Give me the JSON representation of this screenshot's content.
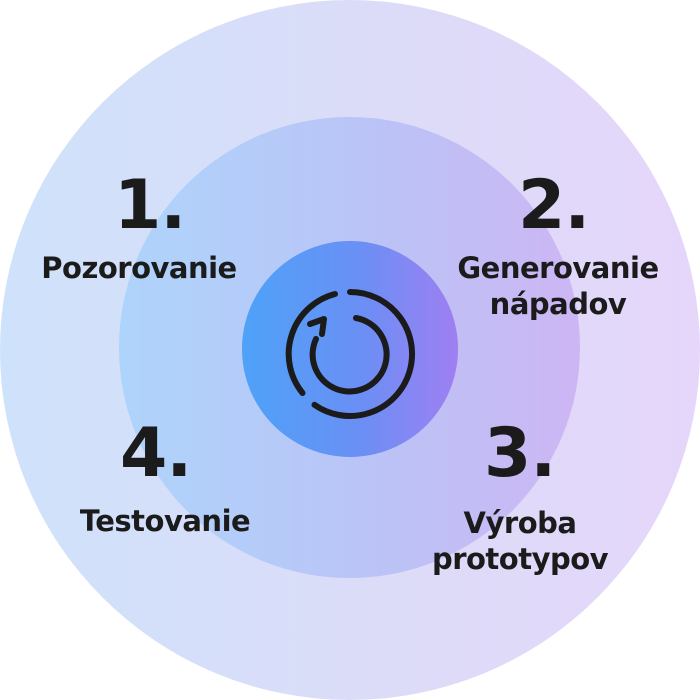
{
  "diagram": {
    "center_icon": "cycle-refresh-icon",
    "colors": {
      "text": "#1b1b1b",
      "outer_ring_start": "#cfe2fb",
      "outer_ring_end": "#e5d6fa",
      "middle_ring_start": "#aed4fb",
      "middle_ring_end": "#cdb6f4",
      "inner_circle_start": "#4ea2f8",
      "inner_circle_end": "#9f7ff2",
      "icon_stroke": "#1b1b1b"
    },
    "steps": [
      {
        "number": "1.",
        "label": "Pozorovanie"
      },
      {
        "number": "2.",
        "label": "Generovanie\nnápadov"
      },
      {
        "number": "3.",
        "label": "Výroba\nprototypov"
      },
      {
        "number": "4.",
        "label": "Testovanie"
      }
    ]
  }
}
